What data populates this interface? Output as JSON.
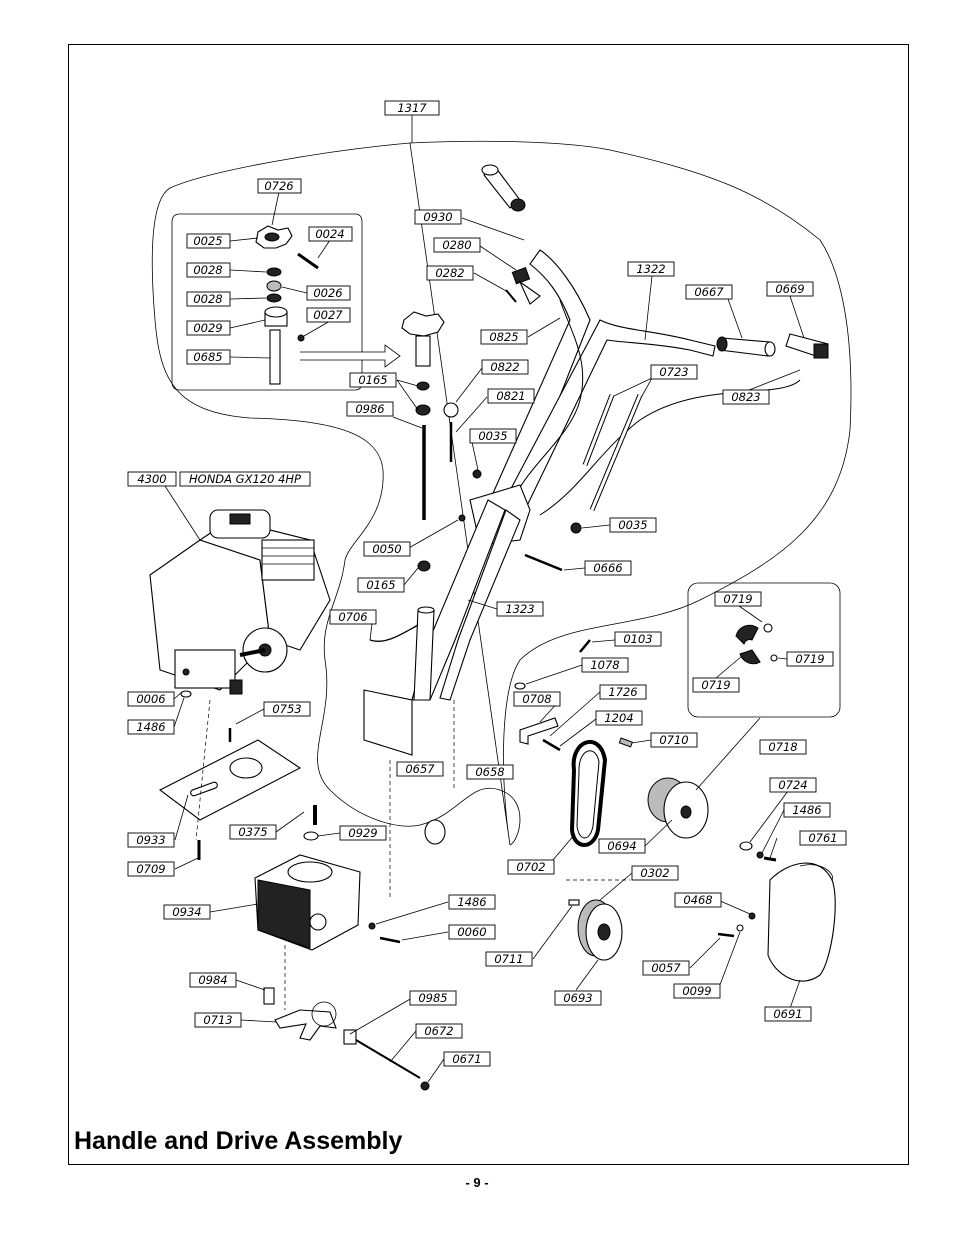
{
  "title": "Handle and Drive Assembly",
  "page_number": "- 9 -",
  "labels": {
    "l1317": "1317",
    "l0726": "0726",
    "l0025": "0025",
    "l0024": "0024",
    "l0028a": "0028",
    "l0028b": "0028",
    "l0026": "0026",
    "l0029": "0029",
    "l0027": "0027",
    "l0685": "0685",
    "l0930": "0930",
    "l0280": "0280",
    "l0282": "0282",
    "l0825": "0825",
    "l1322": "1322",
    "l0667": "0667",
    "l0669": "0669",
    "l0823": "0823",
    "l0165a": "0165",
    "l0822": "0822",
    "l0986": "0986",
    "l0821": "0821",
    "l0035a": "0035",
    "l0723": "0723",
    "l4300": "4300",
    "l4300b": "HONDA GX120 4HP",
    "l0035b": "0035",
    "l0050": "0050",
    "l0666": "0666",
    "l0165b": "0165",
    "l1323": "1323",
    "l0706": "0706",
    "l0719a": "0719",
    "l0719b": "0719",
    "l0719c": "0719",
    "l0103": "0103",
    "l1078": "1078",
    "l0006": "0006",
    "l0708": "0708",
    "l1726": "1726",
    "l1486a": "1486",
    "l0753": "0753",
    "l1204": "1204",
    "l0710": "0710",
    "l0718": "0718",
    "l0657": "0657",
    "l0658": "0658",
    "l0724": "0724",
    "l1486b": "1486",
    "l0375": "0375",
    "l0929": "0929",
    "l0933": "0933",
    "l0761": "0761",
    "l0694": "0694",
    "l0709": "0709",
    "l0702": "0702",
    "l0302": "0302",
    "l0934": "0934",
    "l1486c": "1486",
    "l0468": "0468",
    "l0060": "0060",
    "l0711": "0711",
    "l0057": "0057",
    "l0099": "0099",
    "l0693": "0693",
    "l0984": "0984",
    "l0985": "0985",
    "l0713": "0713",
    "l0691": "0691",
    "l0672": "0672",
    "l0671": "0671"
  }
}
